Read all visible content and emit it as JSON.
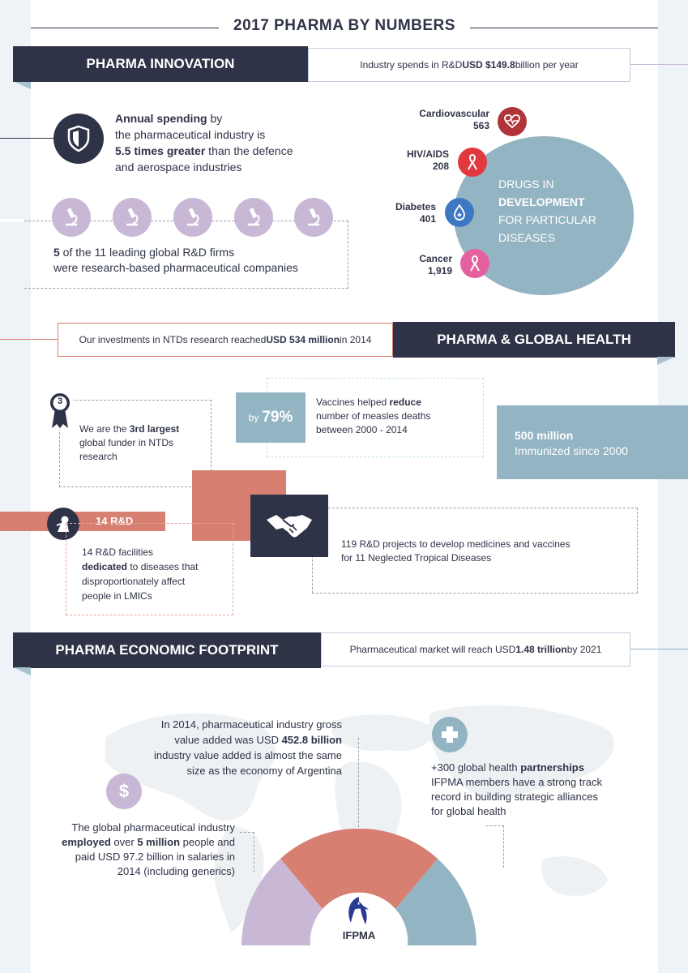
{
  "header": {
    "title": "2017 PHARMA BY NUMBERS"
  },
  "innovation": {
    "band": "PHARMA INNOVATION",
    "rd_pre": "Industry spends in R&D ",
    "rd_bold": "USD $149.8",
    "rd_post": " billion per year",
    "annual_b1": "Annual spending",
    "annual_t1": " by",
    "annual_t2": "the pharmaceutical industry is",
    "annual_b2": "5.5 times greater",
    "annual_t3": " than the defence",
    "annual_t4": "and aerospace industries",
    "firms_b": "5",
    "firms_t1": " of the 11 leading global R&D firms",
    "firms_t2": "were research-based pharmaceutical companies",
    "icons": [
      "microscope-icon",
      "microscope-icon",
      "microscope-icon",
      "microscope-icon",
      "microscope-icon"
    ]
  },
  "drugs": {
    "circle_l1": "DRUGS IN",
    "circle_l2": "DEVELOPMENT",
    "circle_l3": "FOR PARTICULAR",
    "circle_l4": "DISEASES",
    "items": [
      {
        "name": "Cardiovascular",
        "value": "563",
        "color": "#b0343a",
        "icon": "heart-icon"
      },
      {
        "name": "HIV/AIDS",
        "value": "208",
        "color": "#e03a3e",
        "icon": "ribbon-icon"
      },
      {
        "name": "Diabetes",
        "value": "401",
        "color": "#3f78c2",
        "icon": "drop-icon"
      },
      {
        "name": "Cancer",
        "value": "1,919",
        "color": "#e5609f",
        "icon": "ribbon-icon"
      }
    ]
  },
  "global_health": {
    "band": "PHARMA & GLOBAL HEALTH",
    "ntd_pre": "Our investments in NTDs research reached ",
    "ntd_bold": "USD 534 million",
    "ntd_post": " in 2014",
    "funder_badge": "3",
    "funder_t1": "We are the ",
    "funder_b": "3rd largest",
    "funder_t2": "global funder in NTDs",
    "funder_t3": "research",
    "by_label": "by",
    "by_value": "79%",
    "vacc_t1": "Vaccines helped ",
    "vacc_b": "reduce",
    "vacc_t2": "number of measles deaths",
    "vacc_t3": "between 2000 - 2014",
    "immun_b": "500 million",
    "immun_t": "Immunized since 2000",
    "rd_label": "14 R&D",
    "fac_t1": "14 R&D facilities",
    "fac_b": "dedicated",
    "fac_t2": " to diseases that",
    "fac_t3": "disproportionately affect",
    "fac_t4": "people in LMICs",
    "proj_t1": "119 R&D projects to develop medicines and vaccines",
    "proj_t2": "for 11 Neglected Tropical Diseases"
  },
  "economic": {
    "band": "PHARMA ECONOMIC FOOTPRINT",
    "market_pre": "Pharmaceutical market will reach USD ",
    "market_bold": "1.48 trillion",
    "market_post": " by 2021",
    "gva_t1": "In 2014, pharmaceutical industry gross",
    "gva_t2": "value added was USD ",
    "gva_b": "452.8 billion",
    "gva_t3": "industry value added is almost the same",
    "gva_t4": "size as the economy of Argentina",
    "part_t1": "+300 global health ",
    "part_b": "partnerships",
    "part_t2": "IFPMA members have a strong track",
    "part_t3": "record in building strategic alliances",
    "part_t4": "for global health",
    "emp_t1": "The global pharmaceutical industry",
    "emp_b1": "employed",
    "emp_t2": " over ",
    "emp_b2": "5 million",
    "emp_t3": " people and",
    "emp_t4": "paid USD 97.2 billion in salaries in",
    "emp_t5": "2014 (including generics)",
    "dollar": "$",
    "logo": "IFPMA",
    "colors": {
      "lilac": "#c8b8d6",
      "salmon": "#d77f71",
      "teal": "#93b4c2",
      "navy": "#2f3347"
    }
  }
}
